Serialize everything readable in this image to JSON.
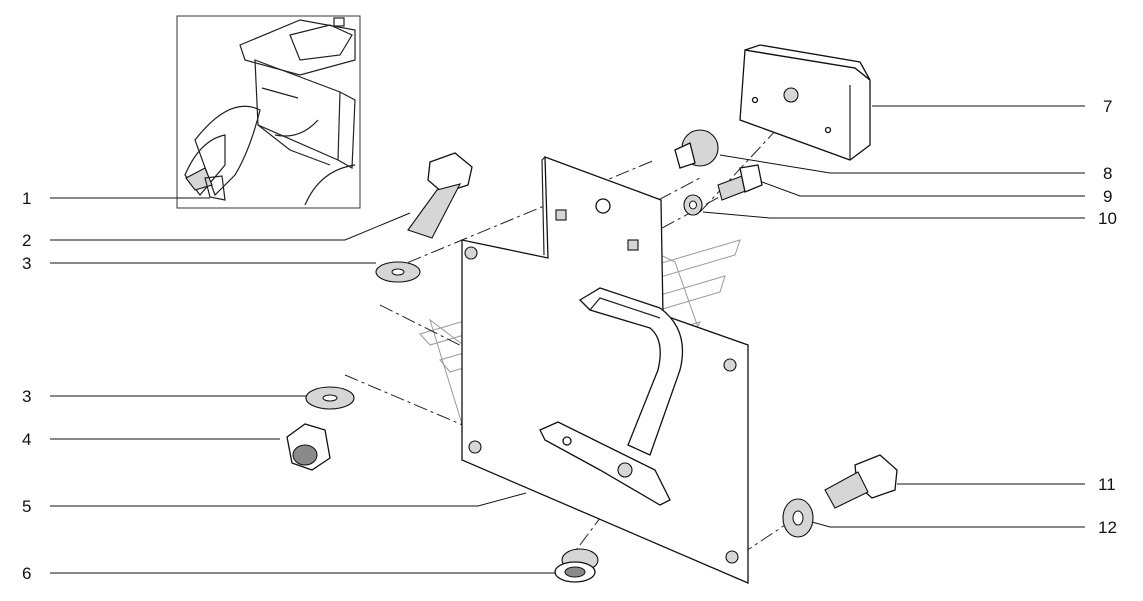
{
  "figure": {
    "callouts": [
      {
        "id": "1",
        "label": "1"
      },
      {
        "id": "2",
        "label": "2"
      },
      {
        "id": "3a",
        "label": "3"
      },
      {
        "id": "3b",
        "label": "3"
      },
      {
        "id": "4",
        "label": "4"
      },
      {
        "id": "5",
        "label": "5"
      },
      {
        "id": "6",
        "label": "6"
      },
      {
        "id": "7",
        "label": "7"
      },
      {
        "id": "8",
        "label": "8"
      },
      {
        "id": "9",
        "label": "9"
      },
      {
        "id": "10",
        "label": "10"
      },
      {
        "id": "11",
        "label": "11"
      },
      {
        "id": "12",
        "label": "12"
      }
    ]
  }
}
